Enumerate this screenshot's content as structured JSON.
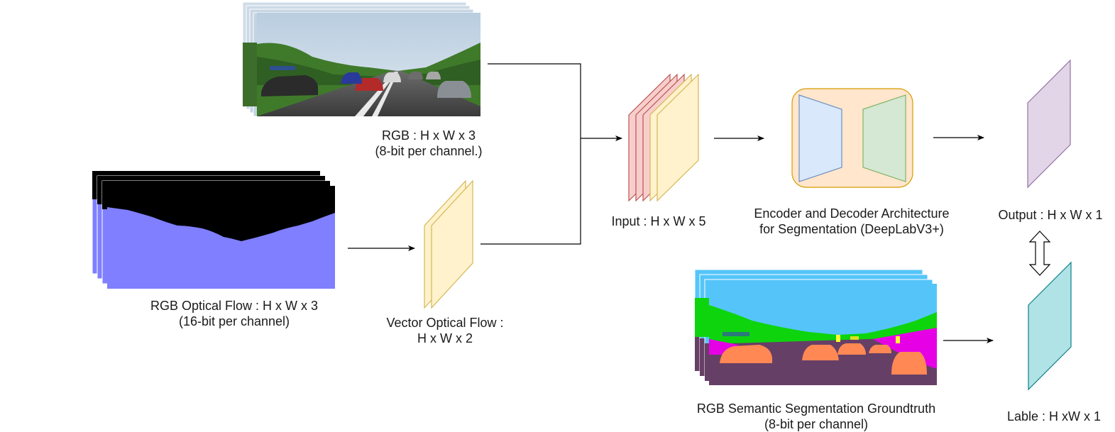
{
  "labels": {
    "rgb_title": "RGB : H x W x 3",
    "rgb_sub": "(8-bit per channel.)",
    "flow_title": "RGB Optical Flow : H x W x 3",
    "flow_sub": "(16-bit per channel)",
    "vector_title": "Vector Optical Flow :",
    "vector_sub": "H x W x 2",
    "input_title": "Input : H x W x 5",
    "encoder_title": "Encoder and Decoder Architecture",
    "encoder_sub": "for Segmentation (DeepLabV3+)",
    "output_title": "Output : H x W x 1",
    "gt_title": "RGB Semantic Segmentation Groundtruth",
    "gt_sub": "(8-bit per channel)",
    "label_title": "Lable : H xW x 1"
  },
  "colors": {
    "rgb_layer": "#f8cecc",
    "yellow_layer": "#fff2cc",
    "yellow_stroke": "#d6b656",
    "red_stroke": "#b85450",
    "encoder_bg": "#ffe6cc",
    "encoder_stroke": "#d79b00",
    "encoder_blue": "#dae8fc",
    "decoder_green": "#d5e8d4",
    "output_purple": "#e1d5e7",
    "label_teal": "#b0e3e6",
    "flow_blue": "#7f7fff",
    "seg_sky": "#55c5f9",
    "seg_vegetation": "#0ed40e",
    "seg_road": "#663f66",
    "seg_car": "#ff8855",
    "seg_sidewalk": "#e600e6"
  }
}
